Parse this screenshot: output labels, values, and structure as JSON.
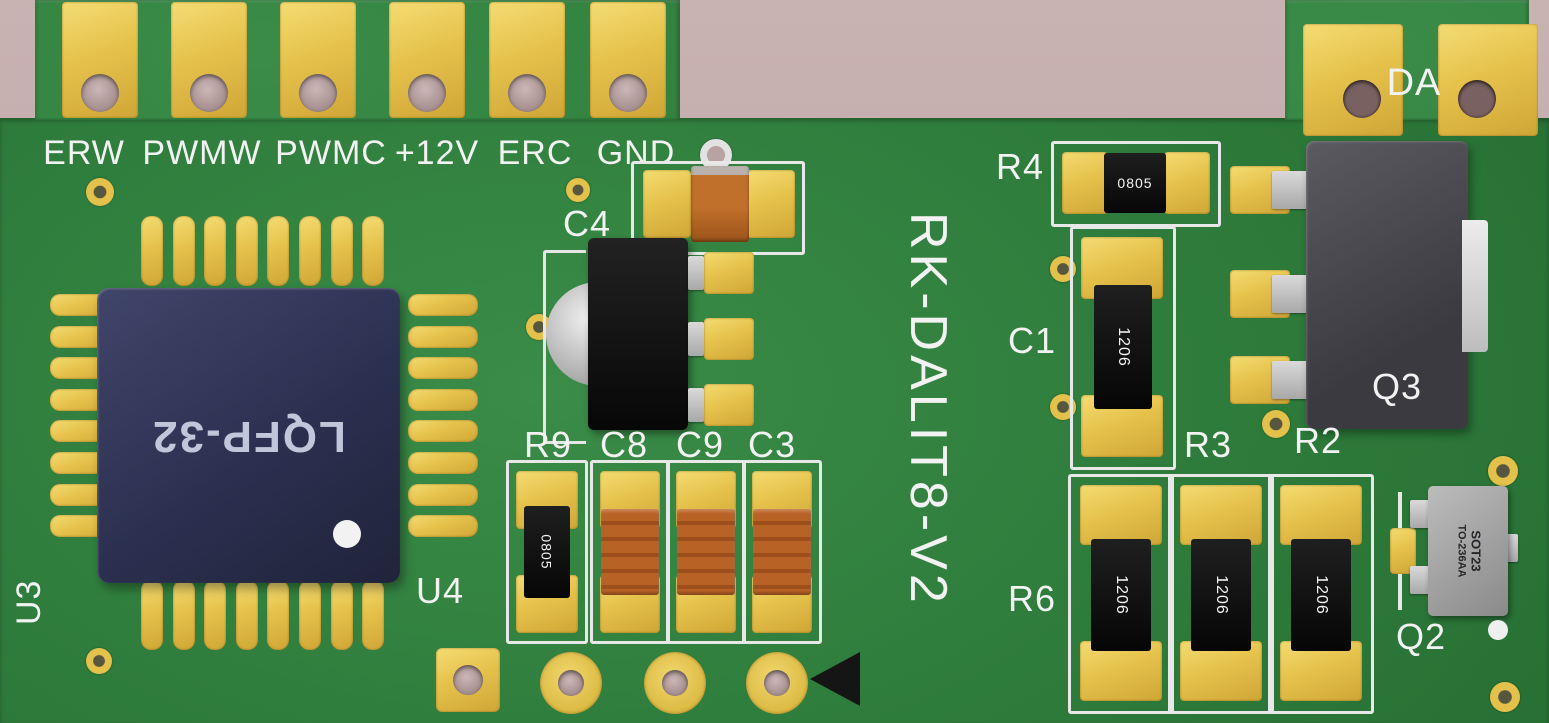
{
  "board": {
    "title": "RK-DALIT8-V2",
    "colors": {
      "pcb_green": "#2d7a3a",
      "pad_gold": "#e6c24c",
      "silkscreen_white": "#f2f2f2",
      "background_pink": "#c2abab",
      "component_black": "#111111",
      "capacitor_orange": "#b96226"
    },
    "connector_labels": [
      "ERW",
      "PWMW",
      "PWMC",
      "+12V",
      "ERC",
      "GND"
    ],
    "right_connector_label": "DA",
    "components": {
      "u3": {
        "ref": "U3",
        "marking": "LQFP-32"
      },
      "u4": {
        "ref": "U4"
      },
      "c4": {
        "ref": "C4"
      },
      "r9": {
        "ref": "R9",
        "marking": "0805"
      },
      "c8": {
        "ref": "C8"
      },
      "c9": {
        "ref": "C9"
      },
      "c3": {
        "ref": "C3"
      },
      "r4": {
        "ref": "R4",
        "marking": "0805"
      },
      "c1": {
        "ref": "C1",
        "marking": "1206"
      },
      "r6": {
        "ref": "R6",
        "marking": "1206"
      },
      "r3": {
        "ref": "R3",
        "marking": "1206"
      },
      "r2": {
        "ref": "R2",
        "marking": "1206"
      },
      "q3": {
        "ref": "Q3"
      },
      "q2": {
        "ref": "Q2",
        "marking_line1": "SOT23",
        "marking_line2": "TO-236AA"
      }
    }
  }
}
